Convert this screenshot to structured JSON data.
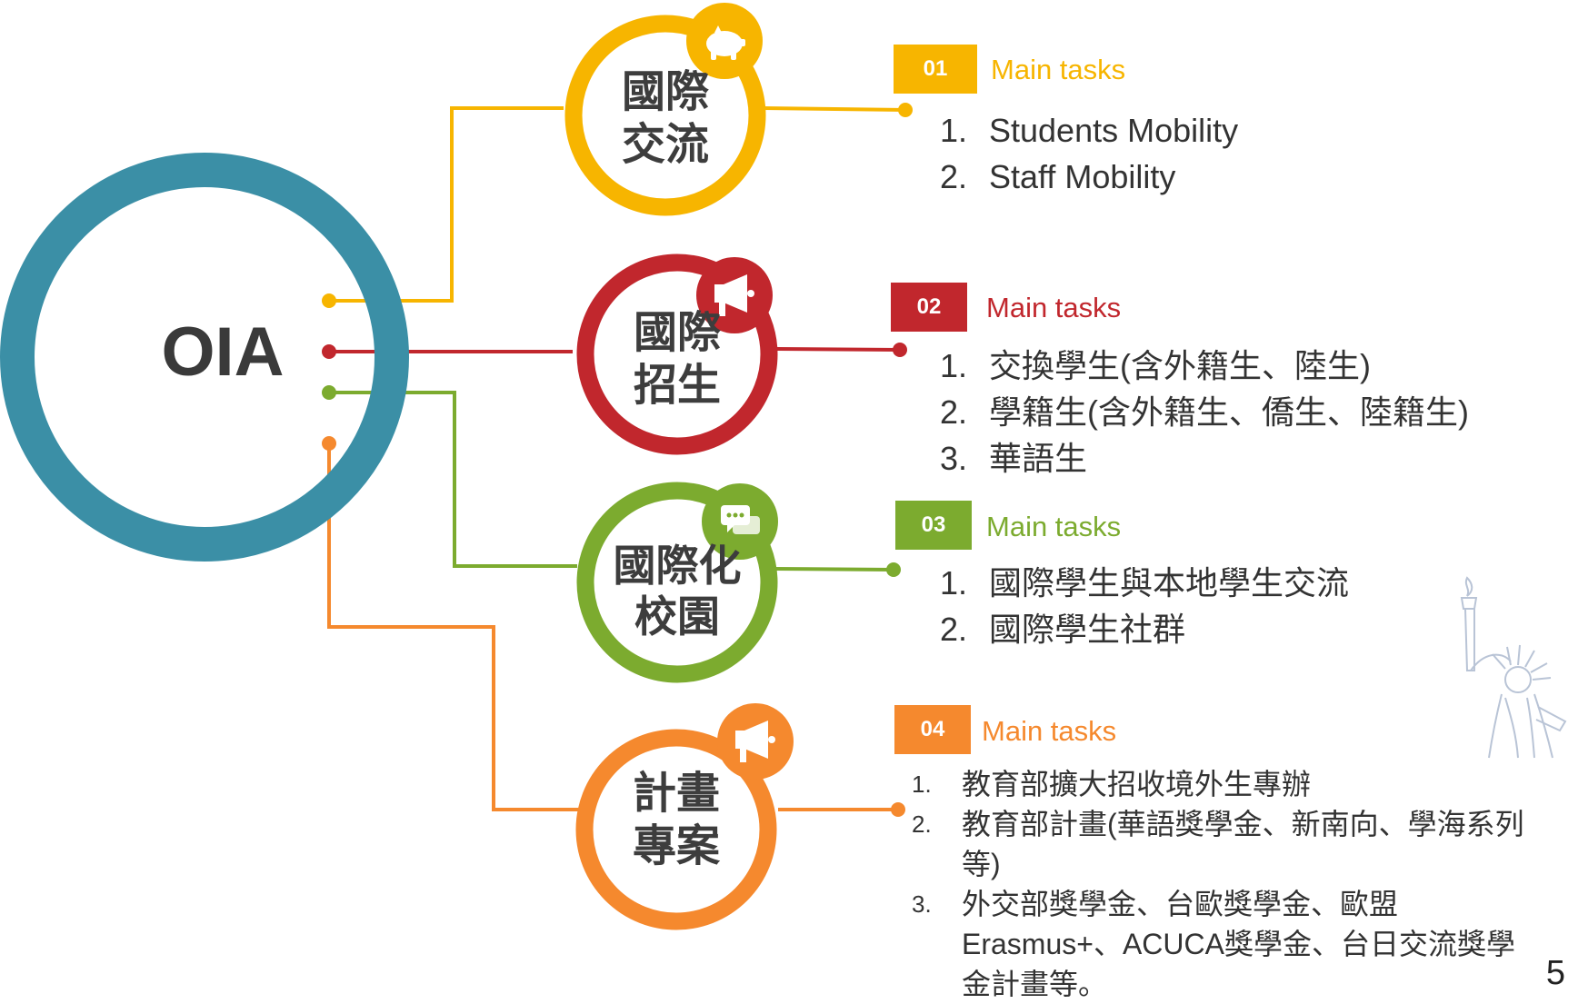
{
  "center": {
    "label": "OIA",
    "color": "#3b8fa6"
  },
  "branches": [
    {
      "color": "#f7b500",
      "circle_label": [
        "國際",
        "交流"
      ],
      "icon": "piggy-bank-icon",
      "badge": "01",
      "title": "Main tasks",
      "tasks": [
        "Students Mobility",
        "Staff Mobility"
      ]
    },
    {
      "color": "#c1272d",
      "circle_label": [
        "國際",
        "招生"
      ],
      "icon": "megaphone-icon",
      "badge": "02",
      "title": "Main tasks",
      "tasks": [
        "交換學生(含外籍生、陸生)",
        "學籍生(含外籍生、僑生、陸籍生)",
        "華語生"
      ]
    },
    {
      "color": "#7cab2f",
      "circle_label": [
        "國際化",
        "校園"
      ],
      "icon": "chat-bubbles-icon",
      "badge": "03",
      "title": "Main tasks",
      "tasks": [
        "國際學生與本地學生交流",
        "國際學生社群"
      ]
    },
    {
      "color": "#f5892e",
      "circle_label": [
        "計畫",
        "專案"
      ],
      "icon": "megaphone-icon",
      "badge": "04",
      "title": "Main tasks",
      "tasks": [
        "教育部擴大招收境外生專辦",
        "教育部計畫(華語獎學金、新南向、學海系列等)",
        "外交部獎學金、台歐獎學金、歐盟Erasmus+、ACUCA獎學金、台日交流獎學金計畫等。"
      ]
    }
  ],
  "numbers": [
    "1.",
    "2.",
    "3."
  ],
  "decoration": {
    "icon": "statue-of-liberty-icon"
  },
  "page_number": "5"
}
